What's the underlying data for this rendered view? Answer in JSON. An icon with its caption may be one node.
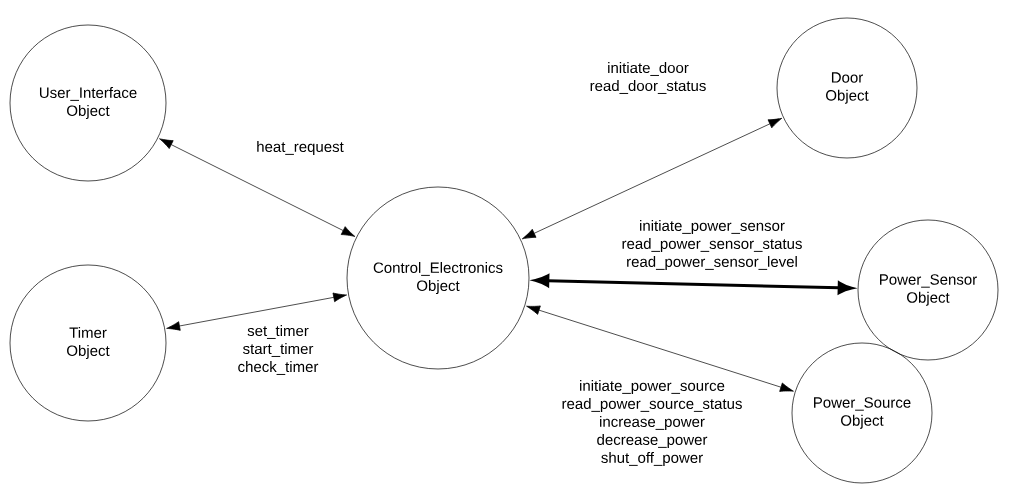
{
  "diagram": {
    "nodes": [
      {
        "text": [
          "User_Interface Object"
        ]
      },
      {
        "text": [
          "Timer Object"
        ]
      },
      {
        "text": [
          "Control_Electronics Object"
        ]
      },
      {
        "text": [
          "Door Object"
        ]
      },
      {
        "text": [
          "Power_Sensor Object"
        ]
      },
      {
        "text": [
          "Power_Source Object"
        ]
      }
    ],
    "edges": [
      {
        "from": 0,
        "to": 2,
        "arrow": "both",
        "label": "heat_request"
      },
      {
        "from": 1,
        "to": 2,
        "arrow": "both",
        "label": "set_timer start_timer check_timer"
      },
      {
        "from": 2,
        "to": 3,
        "arrow": "both",
        "label": "initiate_door read_door_status"
      },
      {
        "from": 2,
        "to": 4,
        "arrow": "both",
        "style": "thick",
        "label": "initiate_power_sensor read_power_sensor_status read_power_sensor_level"
      },
      {
        "from": 2,
        "to": 5,
        "arrow": "both",
        "label": "initiate_power_source read_power_source_status increase_power decrease_power shut_off_power"
      }
    ]
  }
}
